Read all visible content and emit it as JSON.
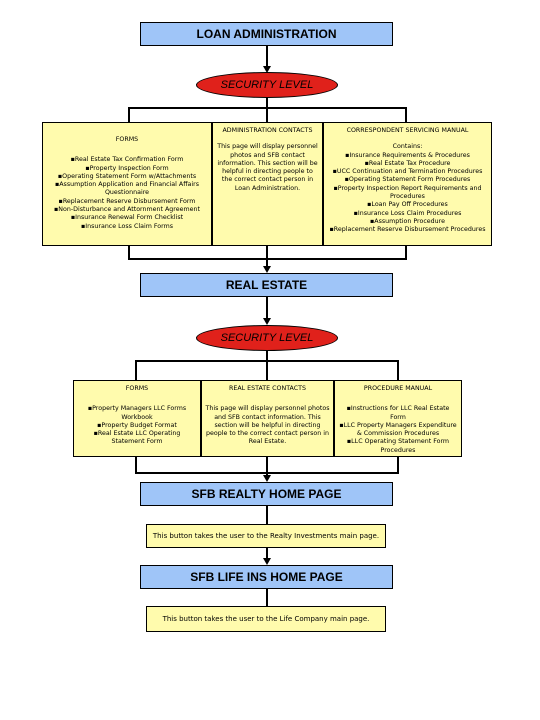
{
  "loan": {
    "title": "LOAN ADMINISTRATION",
    "security_label": "SECURITY LEVEL",
    "forms": {
      "title": "FORMS",
      "items": [
        "▪Real Estate Tax Confirmation Form",
        "▪Property Inspection Form",
        "▪Operating Statement Form w/Attachments",
        "▪Assumption Application and Financial Affairs Questionnaire",
        "▪Replacement Reserve Disbursement Form",
        "▪Non-Disturbance and Attornment Agreement",
        "▪Insurance Renewal Form Checklist",
        "▪Insurance Loss Claim Forms"
      ]
    },
    "contacts": {
      "title": "ADMINISTRATION CONTACTS",
      "body": "This page will display personnel photos and SFB contact information. This section will be helpful in directing people to the correct contact person in Loan Administration."
    },
    "manual": {
      "title": "CORRESPONDENT SERVICING MANUAL",
      "intro": "Contains:",
      "items": [
        "▪Insurance Requirements & Procedures",
        "▪Real Estate Tax Procedure",
        "▪UCC Continuation and Termination Procedures",
        "▪Operating Statement Form Procedures",
        "▪Property Inspection Report Requirements and Procedures",
        "▪Loan Pay Off Procedures",
        "▪Insurance Loss Claim Procedures",
        "▪Assumption Procedure",
        "▪Replacement Reserve Disbursement Procedures"
      ]
    }
  },
  "real_estate": {
    "title": "REAL ESTATE",
    "security_label": "SECURITY LEVEL",
    "forms": {
      "title": "FORMS",
      "items": [
        "▪Property Managers LLC Forms Workbook",
        "▪Property Budget Format",
        "▪Real Estate LLC Operating Statement Form"
      ]
    },
    "contacts": {
      "title": "REAL ESTATE CONTACTS",
      "body": "This page will display personnel photos and SFB contact information. This section will be helpful in directing people to the correct contact person in Real Estate."
    },
    "manual": {
      "title": "PROCEDURE MANUAL",
      "items": [
        "▪Instructions for LLC Real Estate Form",
        "▪LLC Property Managers Expenditure & Commission Procedures",
        "▪LLC Operating Statement Form Procedures"
      ]
    }
  },
  "realty": {
    "title": "SFB REALTY HOME PAGE",
    "note": "This button takes the user to the Realty Investments main page."
  },
  "life": {
    "title": "SFB LIFE INS HOME PAGE",
    "note": "This button takes the user to the Life Company main page."
  },
  "colors": {
    "header_fill": "#9fc5f8",
    "box_fill": "#fffbad",
    "security_oval": "#e0211b"
  }
}
